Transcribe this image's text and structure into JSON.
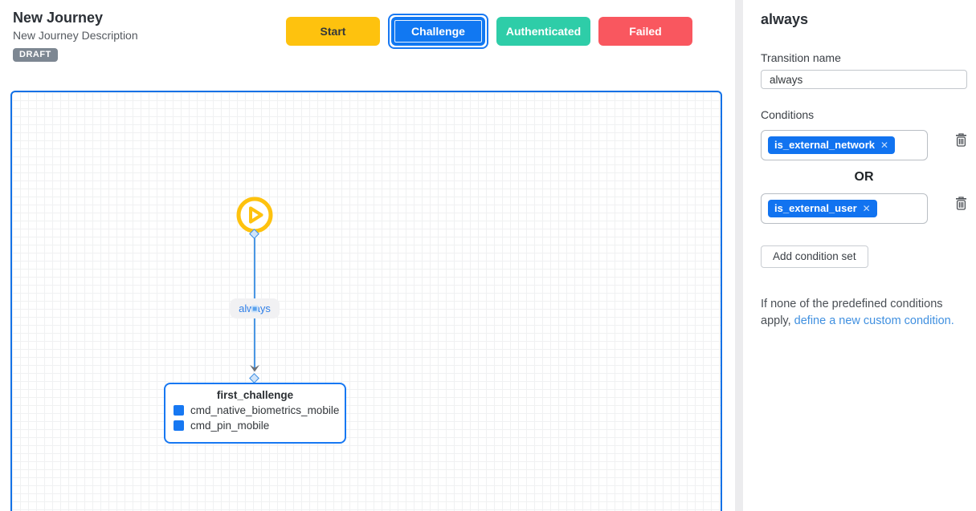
{
  "header": {
    "title": "New Journey",
    "subtitle": "New Journey Description",
    "status_badge": "DRAFT",
    "buttons": {
      "start": "Start",
      "challenge": "Challenge",
      "authenticated": "Authenticated",
      "failed": "Failed"
    }
  },
  "colors": {
    "start": "#fec20e",
    "challenge": "#1178f2",
    "authenticated": "#2ecda8",
    "failed": "#f9575f",
    "node_border": "#1778f2",
    "edge_line": "#4a97e4",
    "chip": "#1173f0"
  },
  "canvas": {
    "edge": {
      "label": "always"
    },
    "node": {
      "title": "first_challenge",
      "items": [
        {
          "label": "cmd_native_biometrics_mobile"
        },
        {
          "label": "cmd_pin_mobile"
        }
      ]
    }
  },
  "sidebar": {
    "title": "always",
    "transition_name_label": "Transition name",
    "transition_name_value": "always",
    "conditions_label": "Conditions",
    "remove_glyph": "✕",
    "sets": [
      {
        "chip": "is_external_network"
      },
      {
        "chip": "is_external_user"
      }
    ],
    "join_label": "OR",
    "add_button": "Add condition set",
    "note_text": "If none of the predefined conditions apply, ",
    "note_link": "define a new custom condition."
  }
}
